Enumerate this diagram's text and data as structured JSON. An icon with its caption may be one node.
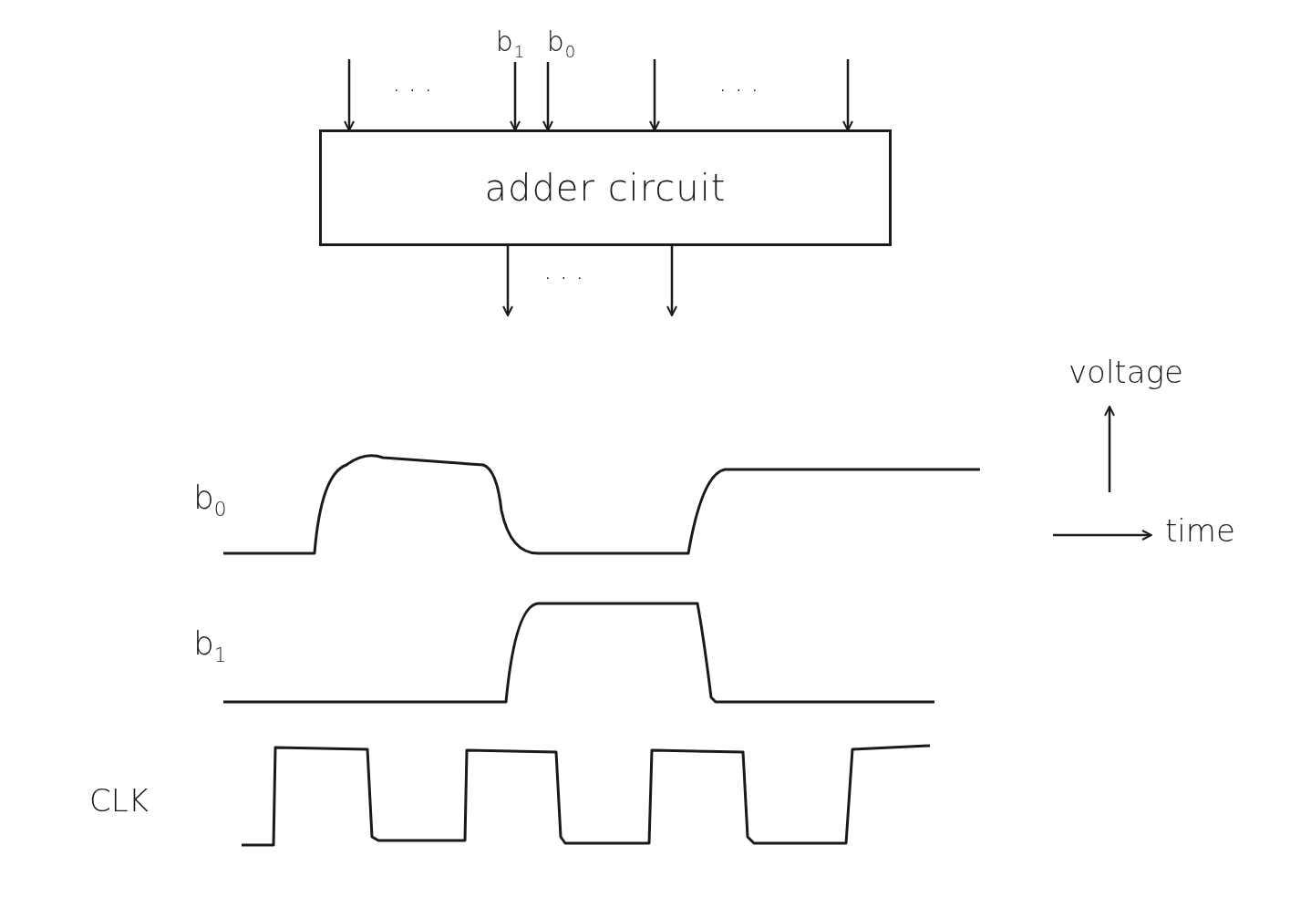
{
  "diagram": {
    "nodes": [
      {
        "text": [
          "adder circuit"
        ]
      },
      {
        "text": [
          "b$_{1}$"
        ]
      },
      {
        "text": [
          "b$_{0}$"
        ]
      }
    ],
    "edges": [
      {
        "from": null,
        "to": 0,
        "arrow": "to"
      },
      {
        "from": 1,
        "to": 0,
        "arrow": "to"
      },
      {
        "from": 2,
        "to": 0,
        "arrow": "to"
      },
      {
        "from": null,
        "to": 0,
        "arrow": "to"
      },
      {
        "from": null,
        "to": 0,
        "arrow": "to"
      },
      {
        "from": 0,
        "to": null,
        "arrow": "to"
      },
      {
        "from": 0,
        "to": null,
        "arrow": "to"
      }
    ],
    "labels": [
      "...",
      "...",
      "...",
      "b$_{0}$",
      "b$_{1}$",
      "CLK",
      "voltage",
      "time"
    ]
  }
}
